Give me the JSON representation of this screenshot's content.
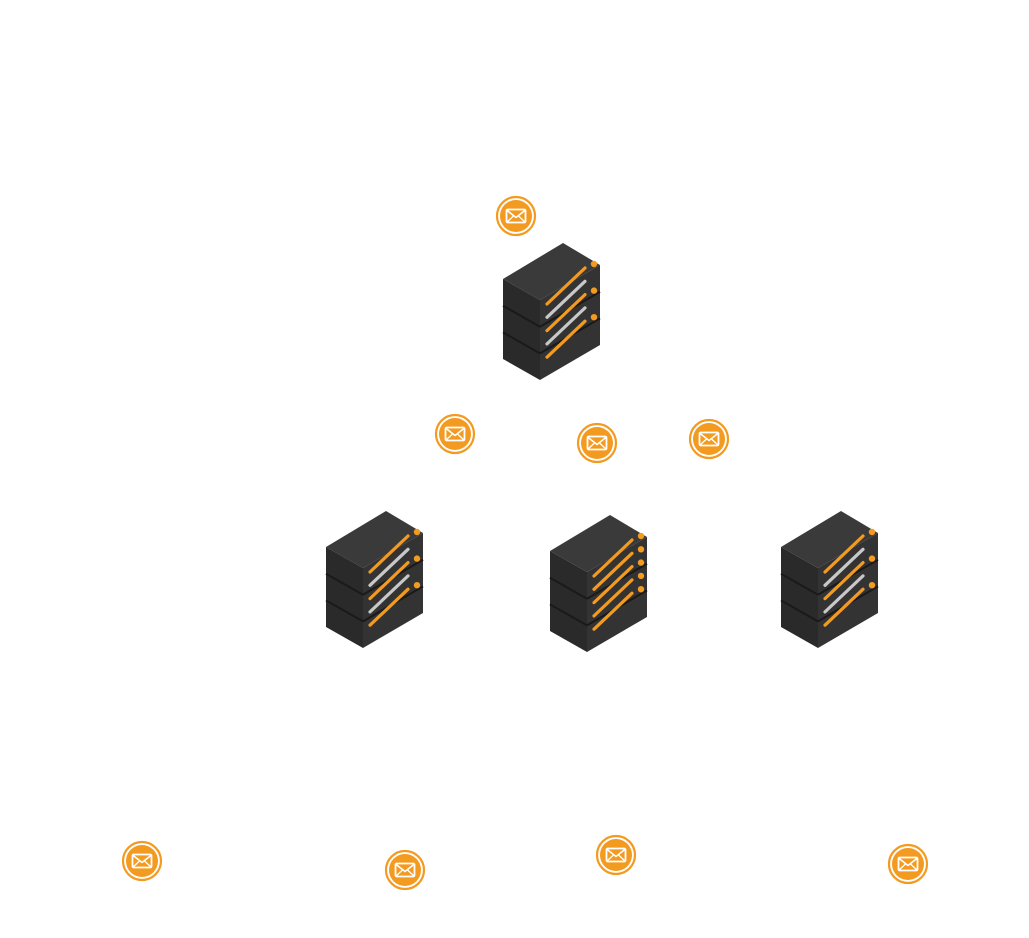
{
  "colors": {
    "background": "#ffffff",
    "accent": "#f39a21",
    "server_top": "#3a3a3a",
    "server_left": "#2a2a2a",
    "server_right": "#333333",
    "server_seam": "#1a1a1a",
    "slot_light": "#c8c8c8"
  },
  "diagram": {
    "nodes": [
      {
        "id": "server-root",
        "kind": "server",
        "icon": "server-rack-icon",
        "tier": "root",
        "slot_colors": [
          "accent",
          "slot_light",
          "accent",
          "slot_light",
          "accent"
        ]
      },
      {
        "id": "server-left",
        "kind": "server",
        "icon": "server-rack-icon",
        "tier": "middle",
        "slot_colors": [
          "accent",
          "slot_light",
          "accent",
          "slot_light",
          "accent"
        ]
      },
      {
        "id": "server-center",
        "kind": "server",
        "icon": "server-rack-icon",
        "tier": "middle",
        "slot_colors": [
          "accent",
          "accent",
          "accent",
          "accent",
          "accent"
        ]
      },
      {
        "id": "server-right",
        "kind": "server",
        "icon": "server-rack-icon",
        "tier": "middle",
        "slot_colors": [
          "accent",
          "slot_light",
          "accent",
          "slot_light",
          "accent"
        ]
      }
    ],
    "messages": [
      {
        "id": "mail-root-top",
        "icon": "mail-icon",
        "tier": "root"
      },
      {
        "id": "mail-mid-left",
        "icon": "mail-icon",
        "tier": "middle"
      },
      {
        "id": "mail-mid-center",
        "icon": "mail-icon",
        "tier": "middle"
      },
      {
        "id": "mail-mid-right",
        "icon": "mail-icon",
        "tier": "middle"
      },
      {
        "id": "mail-bottom-1",
        "icon": "mail-icon",
        "tier": "bottom"
      },
      {
        "id": "mail-bottom-2",
        "icon": "mail-icon",
        "tier": "bottom"
      },
      {
        "id": "mail-bottom-3",
        "icon": "mail-icon",
        "tier": "bottom"
      },
      {
        "id": "mail-bottom-4",
        "icon": "mail-icon",
        "tier": "bottom"
      }
    ]
  }
}
